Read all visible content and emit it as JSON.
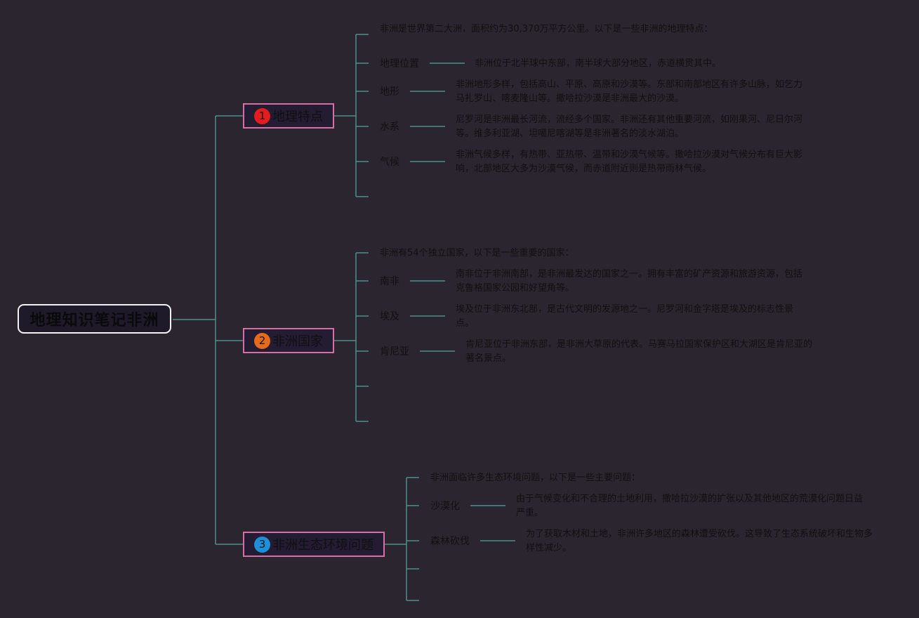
{
  "root": {
    "title": "地理知识笔记非洲"
  },
  "colors": {
    "background": "#2b2530",
    "connector": "#4f8f86",
    "topic_border": "#d66fa6"
  },
  "branches": [
    {
      "badge": "1",
      "badge_color": "#e11d1d",
      "title": "地理特点",
      "intro": "非洲是世界第二大洲，面积约为30,370万平方公里。以下是一些非洲的地理特点：",
      "items": [
        {
          "label": "地理位置",
          "desc": "非洲位于北半球中东部，南半球大部分地区，赤道横贯其中。"
        },
        {
          "label": "地形",
          "desc": "非洲地形多样，包括高山、平原、高原和沙漠等。东部和南部地区有许多山脉，如乞力马扎罗山、喀麦隆山等。撒哈拉沙漠是非洲最大的沙漠。"
        },
        {
          "label": "水系",
          "desc": "尼罗河是非洲最长河流，流经多个国家。非洲还有其他重要河流，如刚果河、尼日尔河等。维多利亚湖、坦噶尼喀湖等是非洲著名的淡水湖泊。"
        },
        {
          "label": "气候",
          "desc": "非洲气候多样，有热带、亚热带、温带和沙漠气候等。撒哈拉沙漠对气候分布有巨大影响，北部地区大多为沙漠气候，而赤道附近则是热带雨林气候。"
        }
      ]
    },
    {
      "badge": "2",
      "badge_color": "#e56a1c",
      "title": "非洲国家",
      "intro": "非洲有54个独立国家，以下是一些重要的国家：",
      "items": [
        {
          "label": "南非",
          "desc": "南非位于非洲南部，是非洲最发达的国家之一。拥有丰富的矿产资源和旅游资源，包括克鲁格国家公园和好望角等。"
        },
        {
          "label": "埃及",
          "desc": "埃及位于非洲东北部，是古代文明的发源地之一。尼罗河和金字塔是埃及的标志性景点。"
        },
        {
          "label": "肯尼亚",
          "desc": "肯尼亚位于非洲东部，是非洲大草原的代表。马赛马拉国家保护区和大湖区是肯尼亚的著名景点。"
        }
      ]
    },
    {
      "badge": "3",
      "badge_color": "#1e90d8",
      "title": "非洲生态环境问题",
      "intro": "非洲面临许多生态环境问题，以下是一些主要问题：",
      "items": [
        {
          "label": "沙漠化",
          "desc": "由于气候变化和不合理的土地利用，撒哈拉沙漠的扩张以及其他地区的荒漠化问题日益严重。"
        },
        {
          "label": "森林砍伐",
          "desc": "为了获取木材和土地，非洲许多地区的森林遭受砍伐。这导致了生态系统破坏和生物多样性减少。"
        }
      ]
    }
  ]
}
